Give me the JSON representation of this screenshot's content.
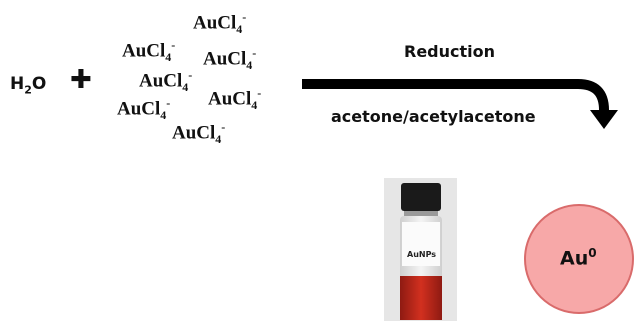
{
  "reactants": {
    "water": {
      "base": "H",
      "sub": "2",
      "rest": "O"
    },
    "plus_symbol": "✚",
    "ions": [
      {
        "base": "AuCl",
        "sub": "4",
        "charge": "-"
      },
      {
        "base": "AuCl",
        "sub": "4",
        "charge": "-"
      },
      {
        "base": "AuCl",
        "sub": "4",
        "charge": "-"
      },
      {
        "base": "AuCl",
        "sub": "4",
        "charge": "-"
      },
      {
        "base": "AuCl",
        "sub": "4",
        "charge": "-"
      },
      {
        "base": "AuCl",
        "sub": "4",
        "charge": "-"
      },
      {
        "base": "AuCl",
        "sub": "4",
        "charge": "-"
      }
    ]
  },
  "arrow": {
    "top_label": "Reduction",
    "bottom_label": "acetone/acetylacetone"
  },
  "products": {
    "vial_label": "AuNPs",
    "particle": {
      "base": "Au",
      "sup": "0"
    }
  },
  "colors": {
    "arrow": "#000000",
    "particle_fill": "#f7a8a8",
    "particle_stroke": "#d96b6b",
    "solution": "#c0261b",
    "vial_cap": "#1a1a1a"
  }
}
